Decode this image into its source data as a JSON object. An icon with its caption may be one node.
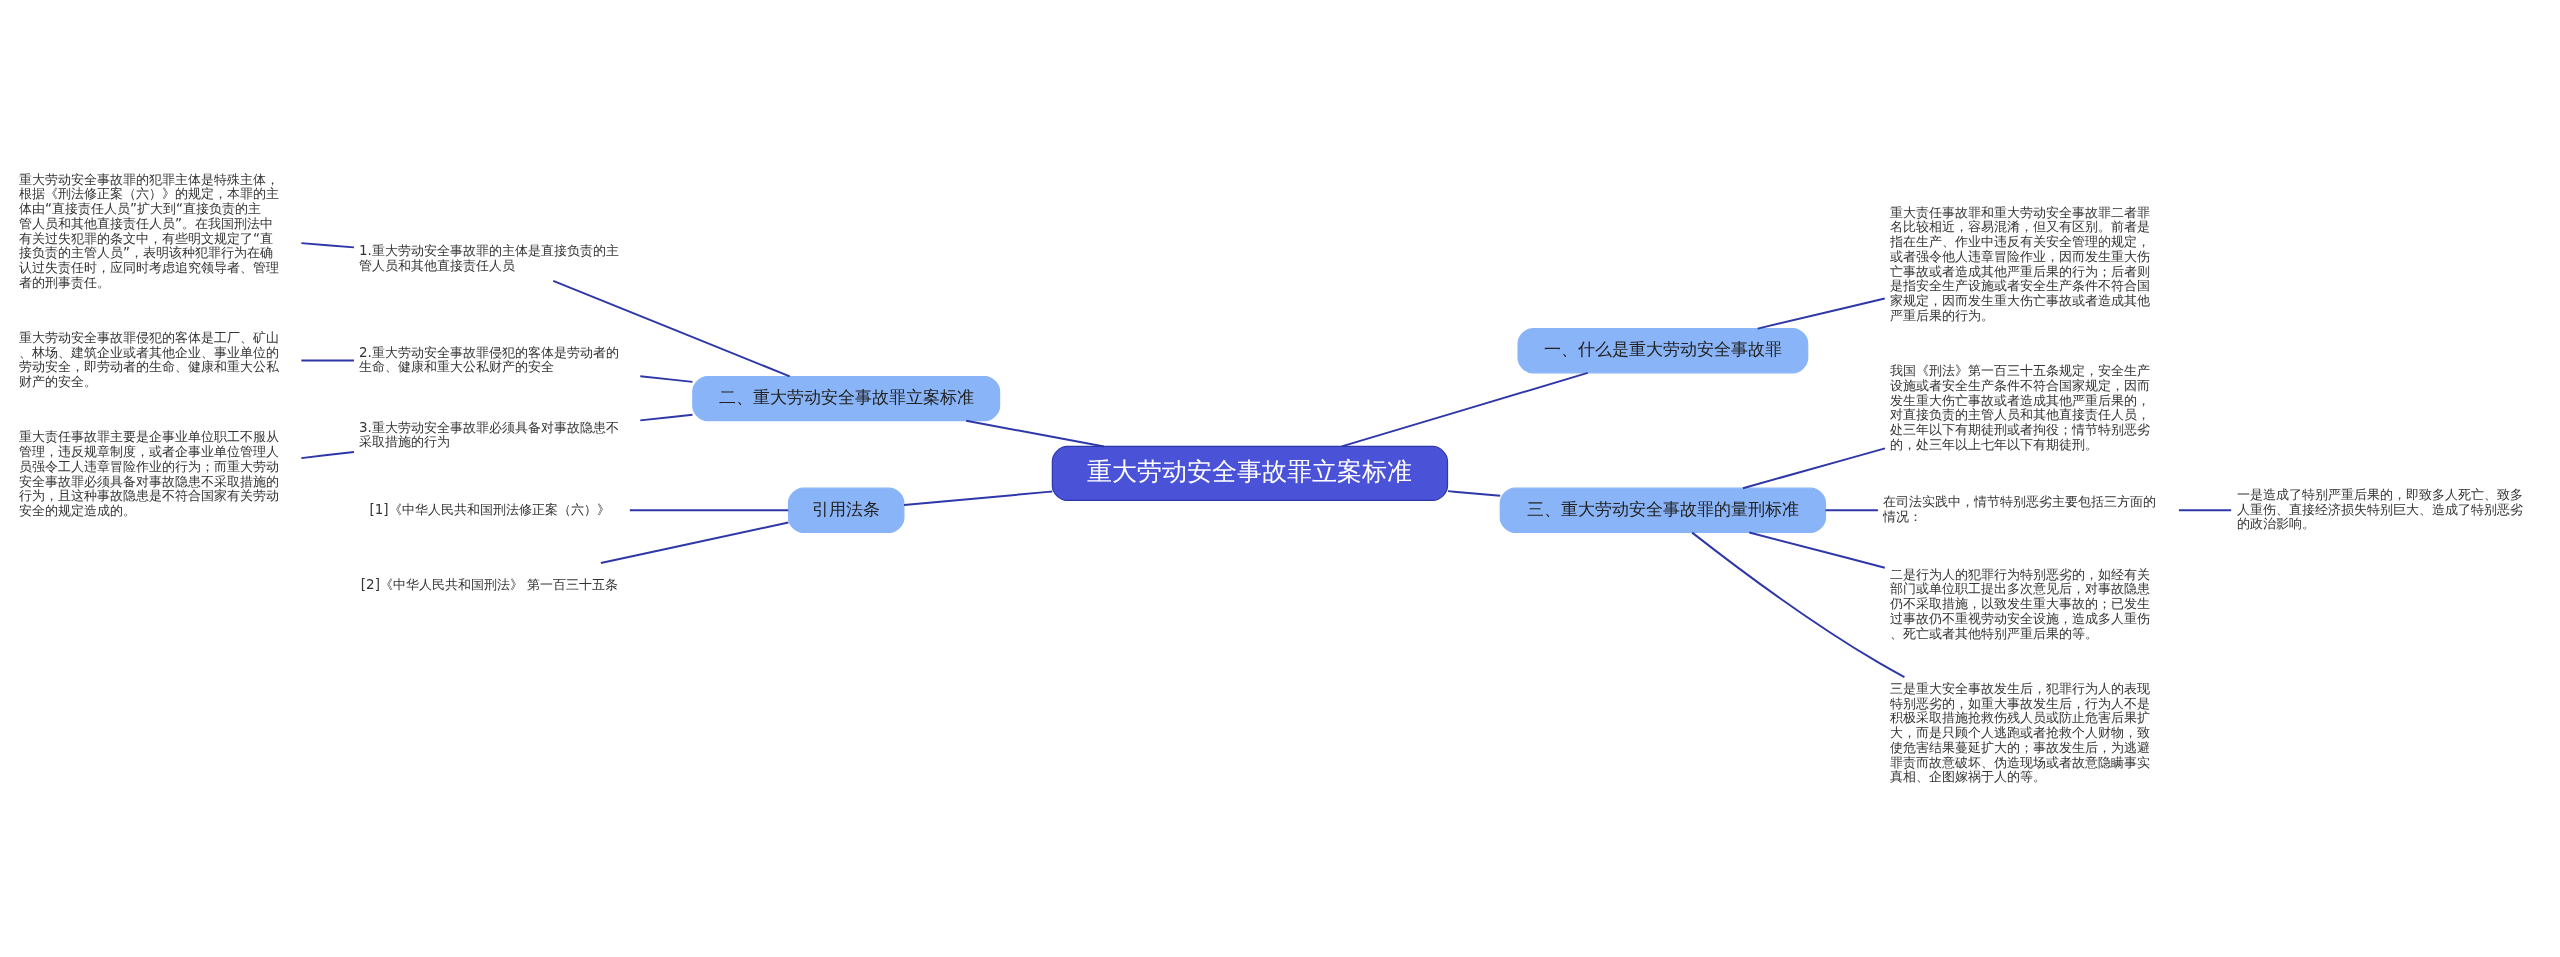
{
  "diagram": {
    "nodes": [
      {
        "text": [
          "重大劳动安全事故罪立案标准"
        ]
      },
      {
        "text": [
          "一、什么是重大劳动安全事故罪"
        ]
      },
      {
        "text": [
          "重大责任事故罪和重大劳动安全事故罪二者罪名比较相近，容易混淆，但又有区别。前者是指在生产、作业中违反有关安全管理的规定，或者强令他人违章冒险作业，因而发生重大伤亡事故或者造成其他严重后果的行为；后者则是指安全生产设施或者安全生产条件不符合国家规定，因而发生重大伤亡事故或者造成其他严重后果的行为。"
        ]
      },
      {
        "text": [
          "二、重大劳动安全事故罪立案标准"
        ]
      },
      {
        "text": [
          "1.重大劳动安全事故罪的主体是直接负责的主管人员和其他直接责任人员"
        ]
      },
      {
        "text": [
          "重大劳动安全事故罪的犯罪主体是特殊主体，根据《刑法修正案（六）》的规定，本罪的主体由“直接责任人员”扩大到“直接负责的主管人员和其他直接责任人员”。在我国刑法中有关过失犯罪的条文中，有些明文规定了“直接负责的主管人员”，表明该种犯罪行为在确认过失责任时，应同时考虑追究领导者、管理者的刑事责任。"
        ]
      },
      {
        "text": [
          "2.重大劳动安全事故罪侵犯的客体是劳动者的生命、健康和重大公私财产的安全"
        ]
      },
      {
        "text": [
          "重大劳动安全事故罪侵犯的客体是工厂、矿山、林场、建筑企业或者其他企业、事业单位的劳动安全，即劳动者的生命、健康和重大公私财产的安全。"
        ]
      },
      {
        "text": [
          "3.重大劳动安全事故罪必须具备对事故隐患不采取措施的行为"
        ]
      },
      {
        "text": [
          "重大责任事故罪主要是企事业单位职工不服从管理，违反规章制度，或者企事业单位管理人员强令工人违章冒险作业的行为；而重大劳动安全事故罪必须具备对事故隐患不采取措施的行为，且这种事故隐患是不符合国家有关劳动安全的规定造成的。"
        ]
      },
      {
        "text": [
          "引用法条"
        ]
      },
      {
        "text": [
          "[1]《中华人民共和国刑法修正案（六）》"
        ]
      },
      {
        "text": [
          "[2]《中华人民共和国刑法》 第一百三十五条"
        ]
      },
      {
        "text": [
          "三、重大劳动安全事故罪的量刑标准"
        ]
      },
      {
        "text": [
          "我国《刑法》第一百三十五条规定，安全生产设施或者安全生产条件不符合国家规定，因而发生重大伤亡事故或者造成其他严重后果的，对直接负责的主管人员和其他直接责任人员，处三年以下有期徒刑或者拘役；情节特别恶劣的，处三年以上七年以下有期徒刑。"
        ]
      },
      {
        "text": [
          "在司法实践中，情节特别恶劣主要包括三方面的情况："
        ]
      },
      {
        "text": [
          "一是造成了特别严重后果的，即致多人死亡、致多人重伤、直接经济损失特别巨大、造成了特别恶劣的政治影响。"
        ]
      },
      {
        "text": [
          "二是行为人的犯罪行为特别恶劣的，如经有关部门或单位职工提出多次意见后，对事故隐患仍不采取措施，以致发生重大事故的；已发生过事故仍不重视劳动安全设施，造成多人重伤、死亡或者其他特别严重后果的等。"
        ]
      },
      {
        "text": [
          "三是重大安全事故发生后，犯罪行为人的表现特别恶劣的，如重大事故发生后，行为人不是积极采取措施抢救伤残人员或防止危害后果扩大，而是只顾个人逃跑或者抢救个人财物，致使危害结果蔓延扩大的；事故发生后，为逃避罪责而故意破坏、伪造现场或者故意隐瞒事实真相、企图嫁祸于人的等。"
        ]
      }
    ],
    "edges": [
      {
        "from": 0,
        "to": 1,
        "arrow": "none"
      },
      {
        "from": 1,
        "to": 2,
        "arrow": "none"
      },
      {
        "from": 0,
        "to": 3,
        "arrow": "none"
      },
      {
        "from": 3,
        "to": 4,
        "arrow": "none"
      },
      {
        "from": 4,
        "to": 5,
        "arrow": "none"
      },
      {
        "from": 3,
        "to": 6,
        "arrow": "none"
      },
      {
        "from": 6,
        "to": 7,
        "arrow": "none"
      },
      {
        "from": 3,
        "to": 8,
        "arrow": "none"
      },
      {
        "from": 8,
        "to": 9,
        "arrow": "none"
      },
      {
        "from": 0,
        "to": 10,
        "arrow": "none"
      },
      {
        "from": 10,
        "to": 11,
        "arrow": "none"
      },
      {
        "from": 10,
        "to": 12,
        "arrow": "none"
      },
      {
        "from": 0,
        "to": 13,
        "arrow": "none"
      },
      {
        "from": 13,
        "to": 14,
        "arrow": "none"
      },
      {
        "from": 13,
        "to": 15,
        "arrow": "none"
      },
      {
        "from": 15,
        "to": 16,
        "arrow": "none"
      },
      {
        "from": 13,
        "to": 17,
        "arrow": "none"
      },
      {
        "from": 13,
        "to": 18,
        "arrow": "none"
      }
    ]
  }
}
